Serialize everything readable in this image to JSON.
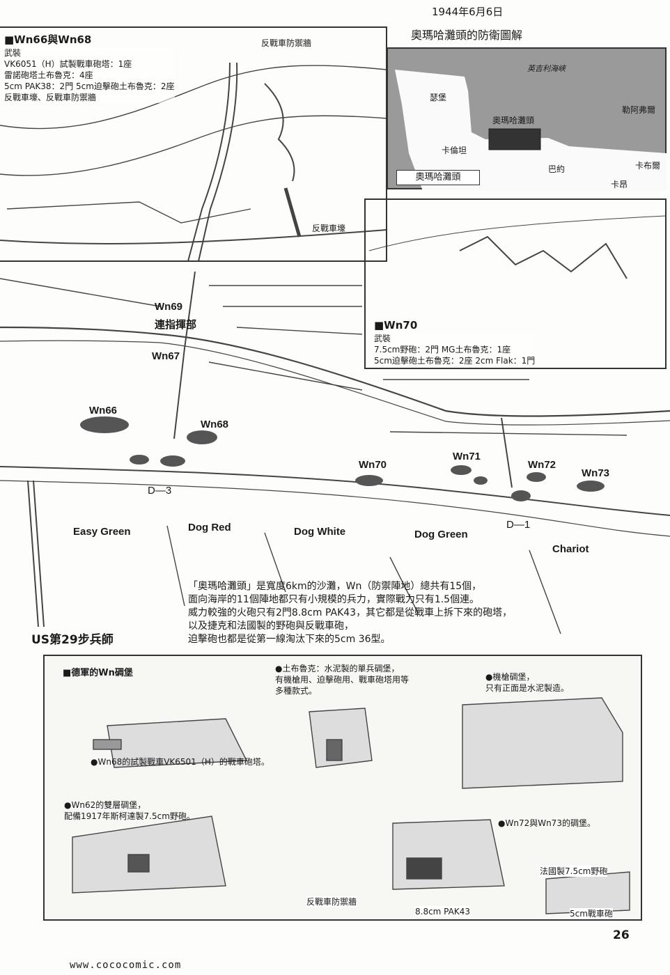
{
  "header": {
    "date": "1944年6月6日",
    "title": "奧瑪哈灘頭的防衛圖解"
  },
  "panel_wn66_68": {
    "title": "■Wn66與Wn68",
    "lines": [
      "武裝",
      "VK6051（H）試製戰車砲塔：1座",
      "雷諾砲塔土布魯克：4座",
      "5cm PAK38：2門  5cm迫擊砲土布魯克：2座",
      "反戰車壕、反戰車防禦牆"
    ],
    "label_wall": "反戰車防禦牆",
    "label_ditch": "反戰車壕"
  },
  "locator_map": {
    "sea": "英吉利海峽",
    "places": [
      "瑟堡",
      "勒阿弗爾",
      "奧瑪哈灘頭",
      "卡倫坦",
      "巴約",
      "卡布爾",
      "卡昂"
    ],
    "legend": "奧瑪哈灘頭"
  },
  "panel_wn70": {
    "title": "■Wn70",
    "lines": [
      "武裝",
      "7.5cm野砲：2門  MG土布魯克：1座",
      "5cm迫擊砲土布魯克：2座  2cm Flak：1門"
    ]
  },
  "strongpoints": {
    "wn69": "Wn69",
    "hq": "連指揮部",
    "wn67": "Wn67",
    "wn66": "Wn66",
    "wn68": "Wn68",
    "wn70": "Wn70",
    "wn71": "Wn71",
    "wn72": "Wn72",
    "wn73": "Wn73"
  },
  "exits": {
    "d3": "D—3",
    "d1": "D—1"
  },
  "beaches": [
    "Easy Green",
    "Dog Red",
    "Dog White",
    "Dog Green",
    "Chariot"
  ],
  "division": "US第29步兵師",
  "description": [
    "「奧瑪哈灘頭」是寬度6km的沙灘，Wn（防禦陣地）總共有15個，",
    "面向海岸的11個陣地都只有小規模的兵力，實際戰力只有1.5個連。",
    "威力較強的火砲只有2門8.8cm PAK43，其它都是從戰車上拆下來的砲塔，",
    "以及捷克和法國製的野砲與反戰車砲，",
    "迫擊砲也都是從第一線淘汰下來的5cm 36型。"
  ],
  "bunkers": {
    "title": "■德軍的Wn碉堡",
    "tobruk": [
      "●土布魯克：水泥製的單兵碉堡，",
      "有機槍用、迫擊砲用、戰車砲塔用等",
      "多種款式。"
    ],
    "mg": [
      "●機槍碉堡，",
      "只有正面是水泥製造。"
    ],
    "wn68": "●Wn68的試製戰車VK6501（H）的戰車砲塔。",
    "wn62": [
      "●Wn62的雙層碉堡，",
      "配備1917年斯柯達製7.5cm野砲。"
    ],
    "wn72_73": "●Wn72與Wn73的碉堡。",
    "french_gun": "法國製7.5cm野砲",
    "wall": "反戰車防禦牆",
    "pak43": "8.8cm PAK43",
    "gun5": "5cm戰車砲"
  },
  "page_number": "26",
  "footer": "www.cococomic.com"
}
